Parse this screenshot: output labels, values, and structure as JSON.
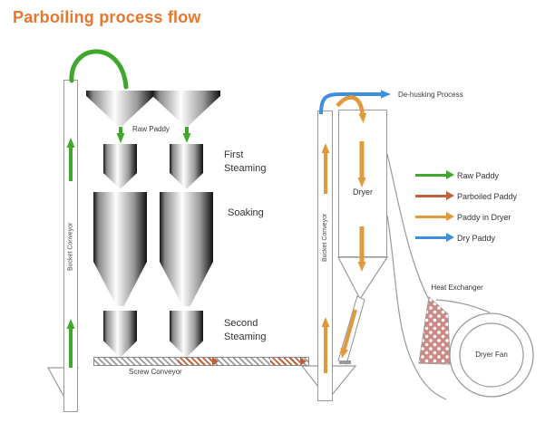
{
  "title": "Parboiling process flow",
  "colors": {
    "title": "#E8762C",
    "raw_paddy": "#3FA82C",
    "parboiled_paddy": "#C0603A",
    "paddy_in_dryer": "#E2993B",
    "dry_paddy": "#3E8EDE",
    "outline": "#999999",
    "heat_exchanger": "#CB8A85",
    "text": "#3A3A3A"
  },
  "labels": {
    "bucket_conveyor_left": "Bucket Conveyor",
    "bucket_conveyor_right": "Bucket Conveyor",
    "raw_paddy": "Raw Paddy",
    "first_steaming": "First Steaming",
    "soaking": "Soaking",
    "second_steaming": "Second Steaming",
    "screw_conveyor": "Screw Conveyor",
    "dryer": "Dryer",
    "dehusking": "De-husking Process",
    "heat_exchanger": "Heat Exchanger",
    "dryer_fan": "Dryer Fan"
  },
  "legend": {
    "items": [
      {
        "label": "Raw Paddy",
        "color": "#3FA82C"
      },
      {
        "label": "Parboiled Paddy",
        "color": "#C0603A"
      },
      {
        "label": "Paddy in Dryer",
        "color": "#E2993B"
      },
      {
        "label": "Dry Paddy",
        "color": "#3E8EDE"
      }
    ]
  }
}
